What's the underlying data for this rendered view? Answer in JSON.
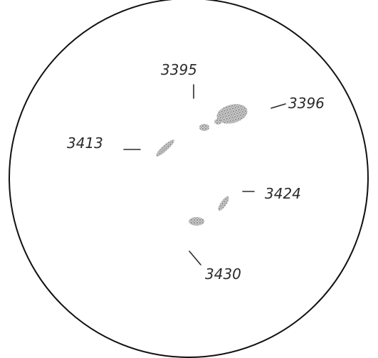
{
  "labels": {
    "spot_3395": "3395",
    "spot_3396": "3396",
    "spot_3413": "3413",
    "spot_3424": "3424",
    "spot_3430": "3430"
  }
}
